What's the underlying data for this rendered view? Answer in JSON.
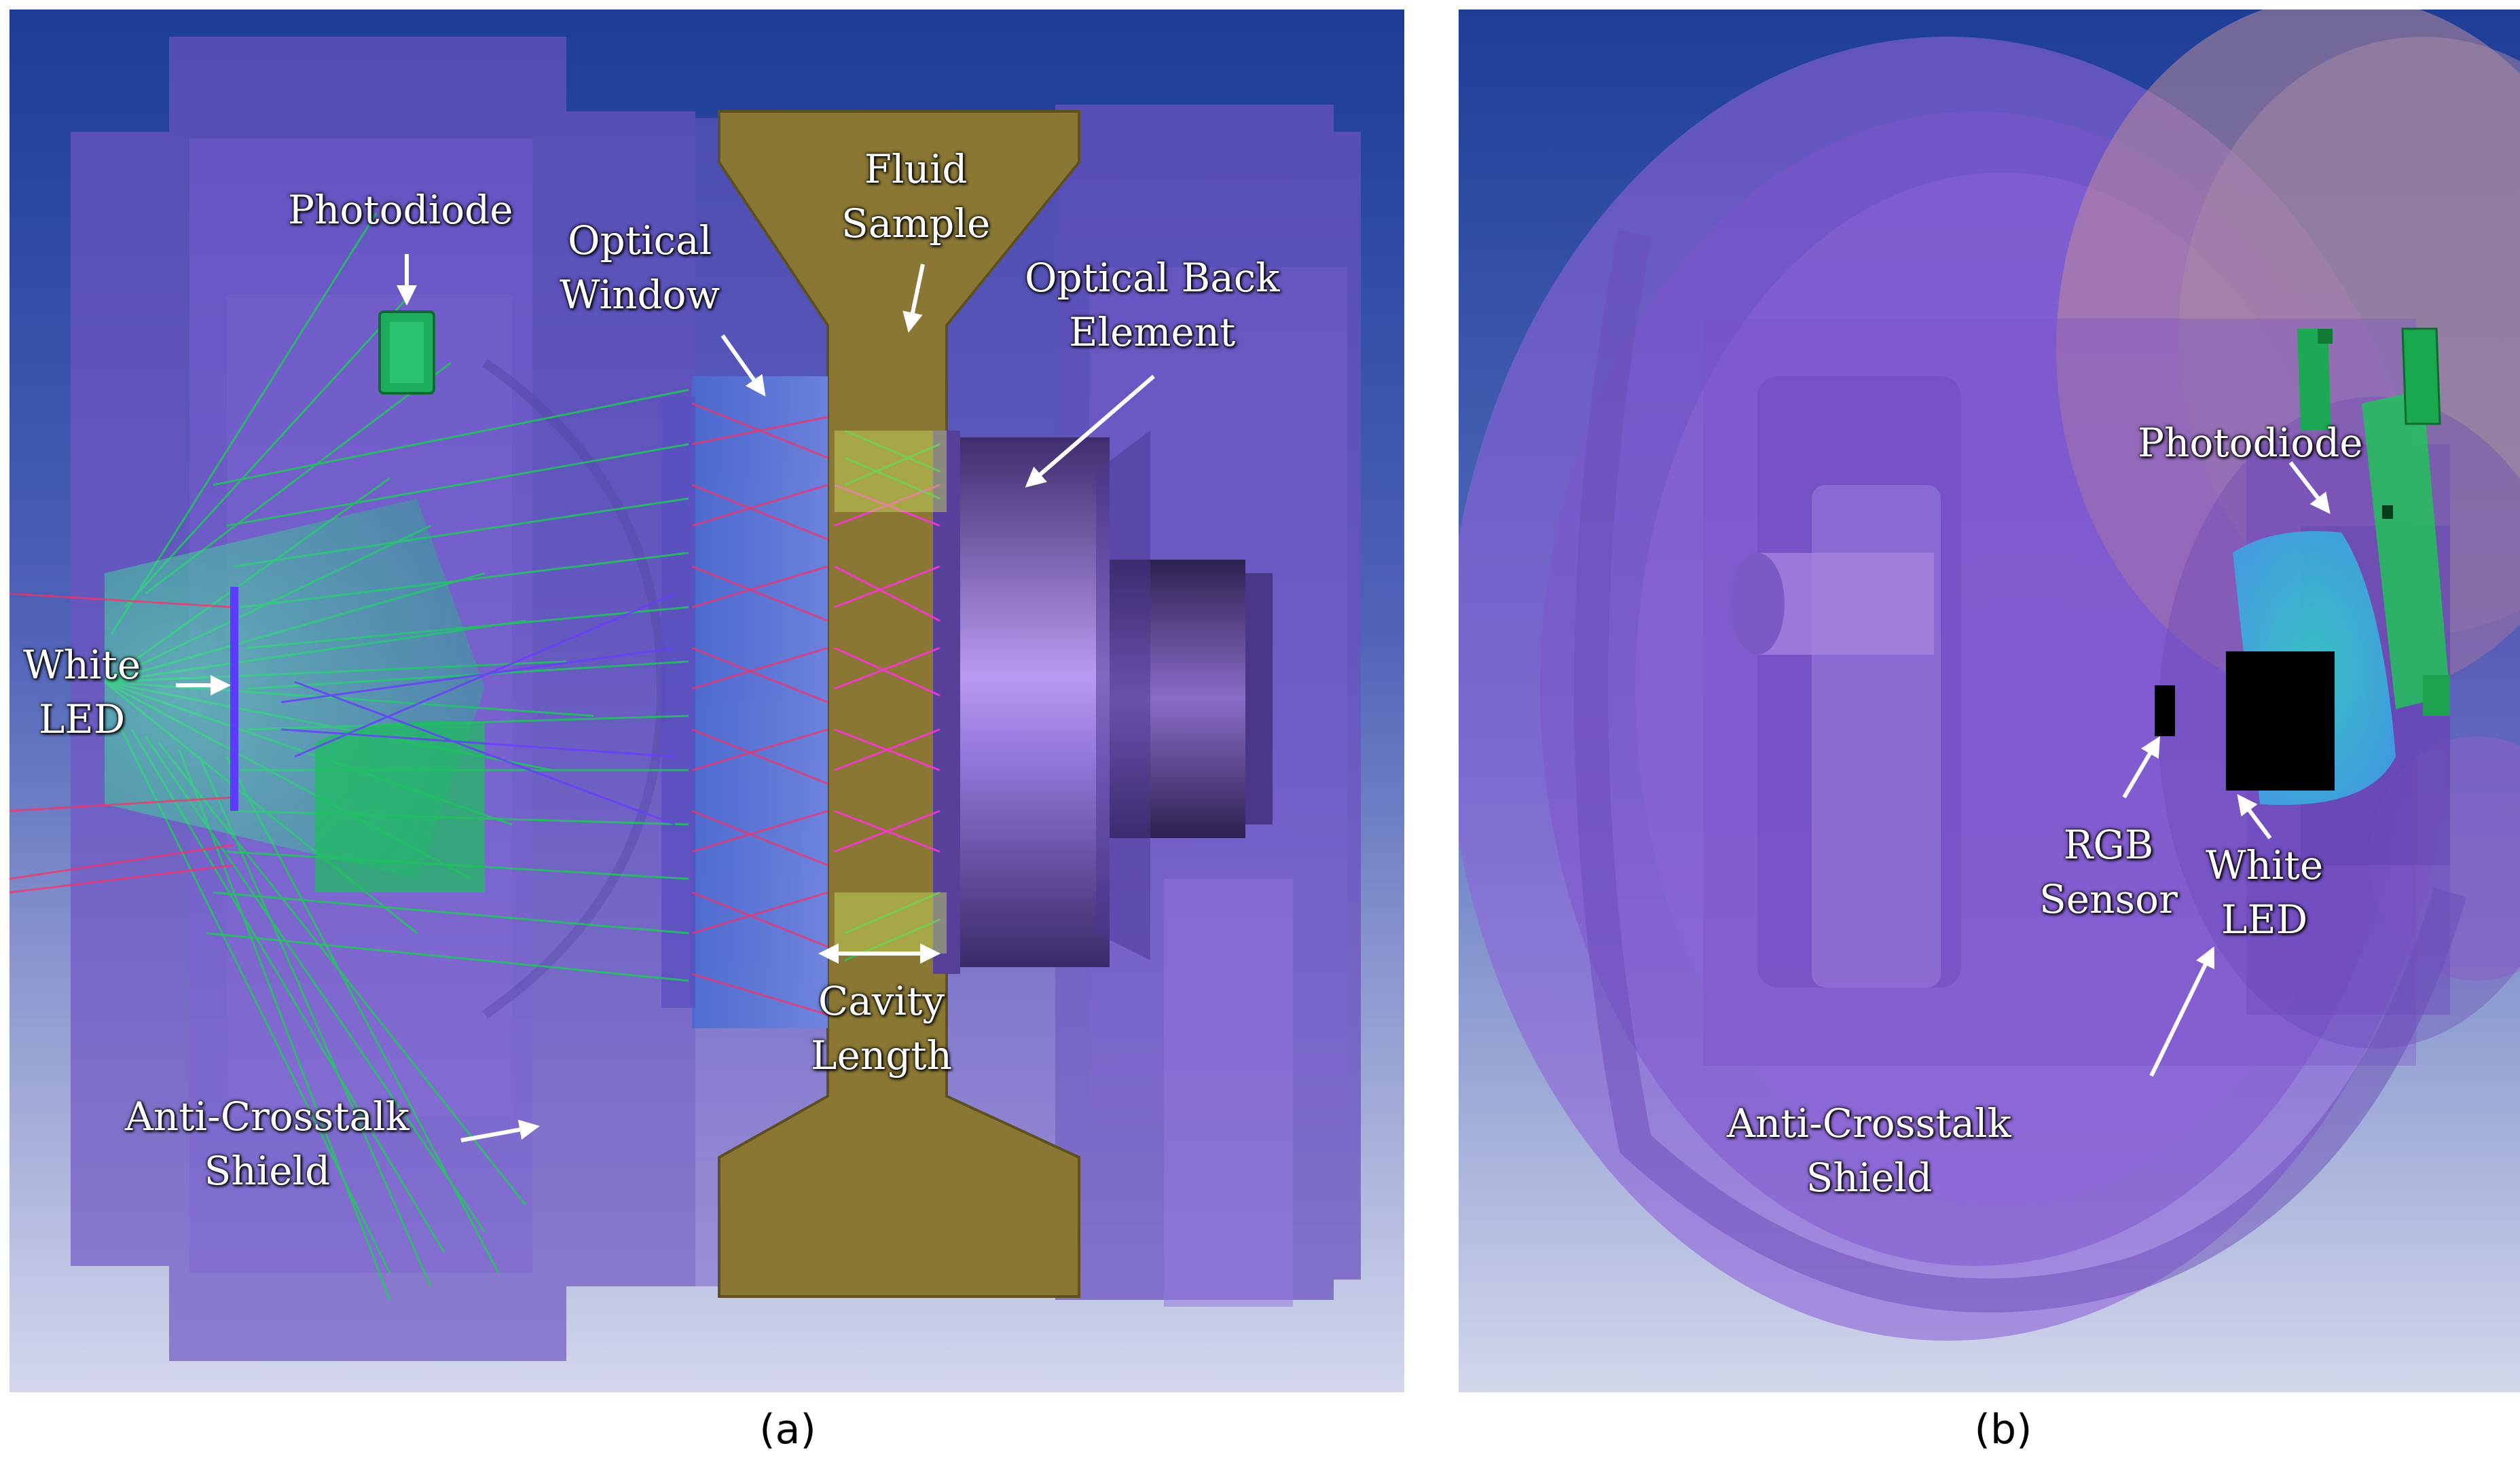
{
  "panel_a": {
    "caption": "(a)",
    "labels": {
      "photodiode": "Photodiode",
      "optical_window": [
        "Optical",
        "Window"
      ],
      "fluid_sample": [
        "Fluid",
        "Sample"
      ],
      "optical_back_element": [
        "Optical Back",
        "Element"
      ],
      "white_led": [
        "White",
        "LED"
      ],
      "cavity_length": [
        "Cavity",
        "Length"
      ],
      "anti_crosstalk_shield": [
        "Anti-Crosstalk",
        "Shield"
      ]
    }
  },
  "panel_b": {
    "caption": "(b)",
    "labels": {
      "photodiode": "Photodiode",
      "rgb_sensor": [
        "RGB",
        "Sensor"
      ],
      "white_led": [
        "White",
        "LED"
      ],
      "anti_crosstalk_shield": [
        "Anti-Crosstalk",
        "Shield"
      ]
    }
  },
  "colors": {
    "background_top": "#1c3f9a",
    "background_bottom": "#cfd3ea",
    "housing_purple": "#7d5fd0",
    "fluid_channel": "#8b7a35",
    "rays_green": "#10d050",
    "rays_magenta": "#ff33dd",
    "rays_red": "#ff3366",
    "photodiode_green": "#1ca85a",
    "led_black": "#000000",
    "label_text": "#ffffff"
  }
}
